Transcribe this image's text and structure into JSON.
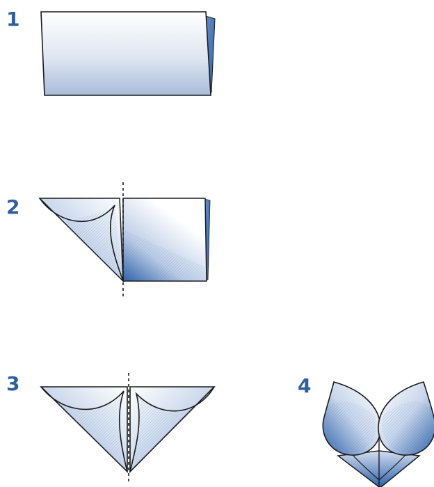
{
  "steps": [
    {
      "number": "1"
    },
    {
      "number": "2"
    },
    {
      "number": "3"
    },
    {
      "number": "4"
    }
  ],
  "colors": {
    "paper_light": "#ffffff",
    "paper_shade": "#2f62a8",
    "outline": "#1a1a1a",
    "step_number": "#2f5f9d"
  }
}
